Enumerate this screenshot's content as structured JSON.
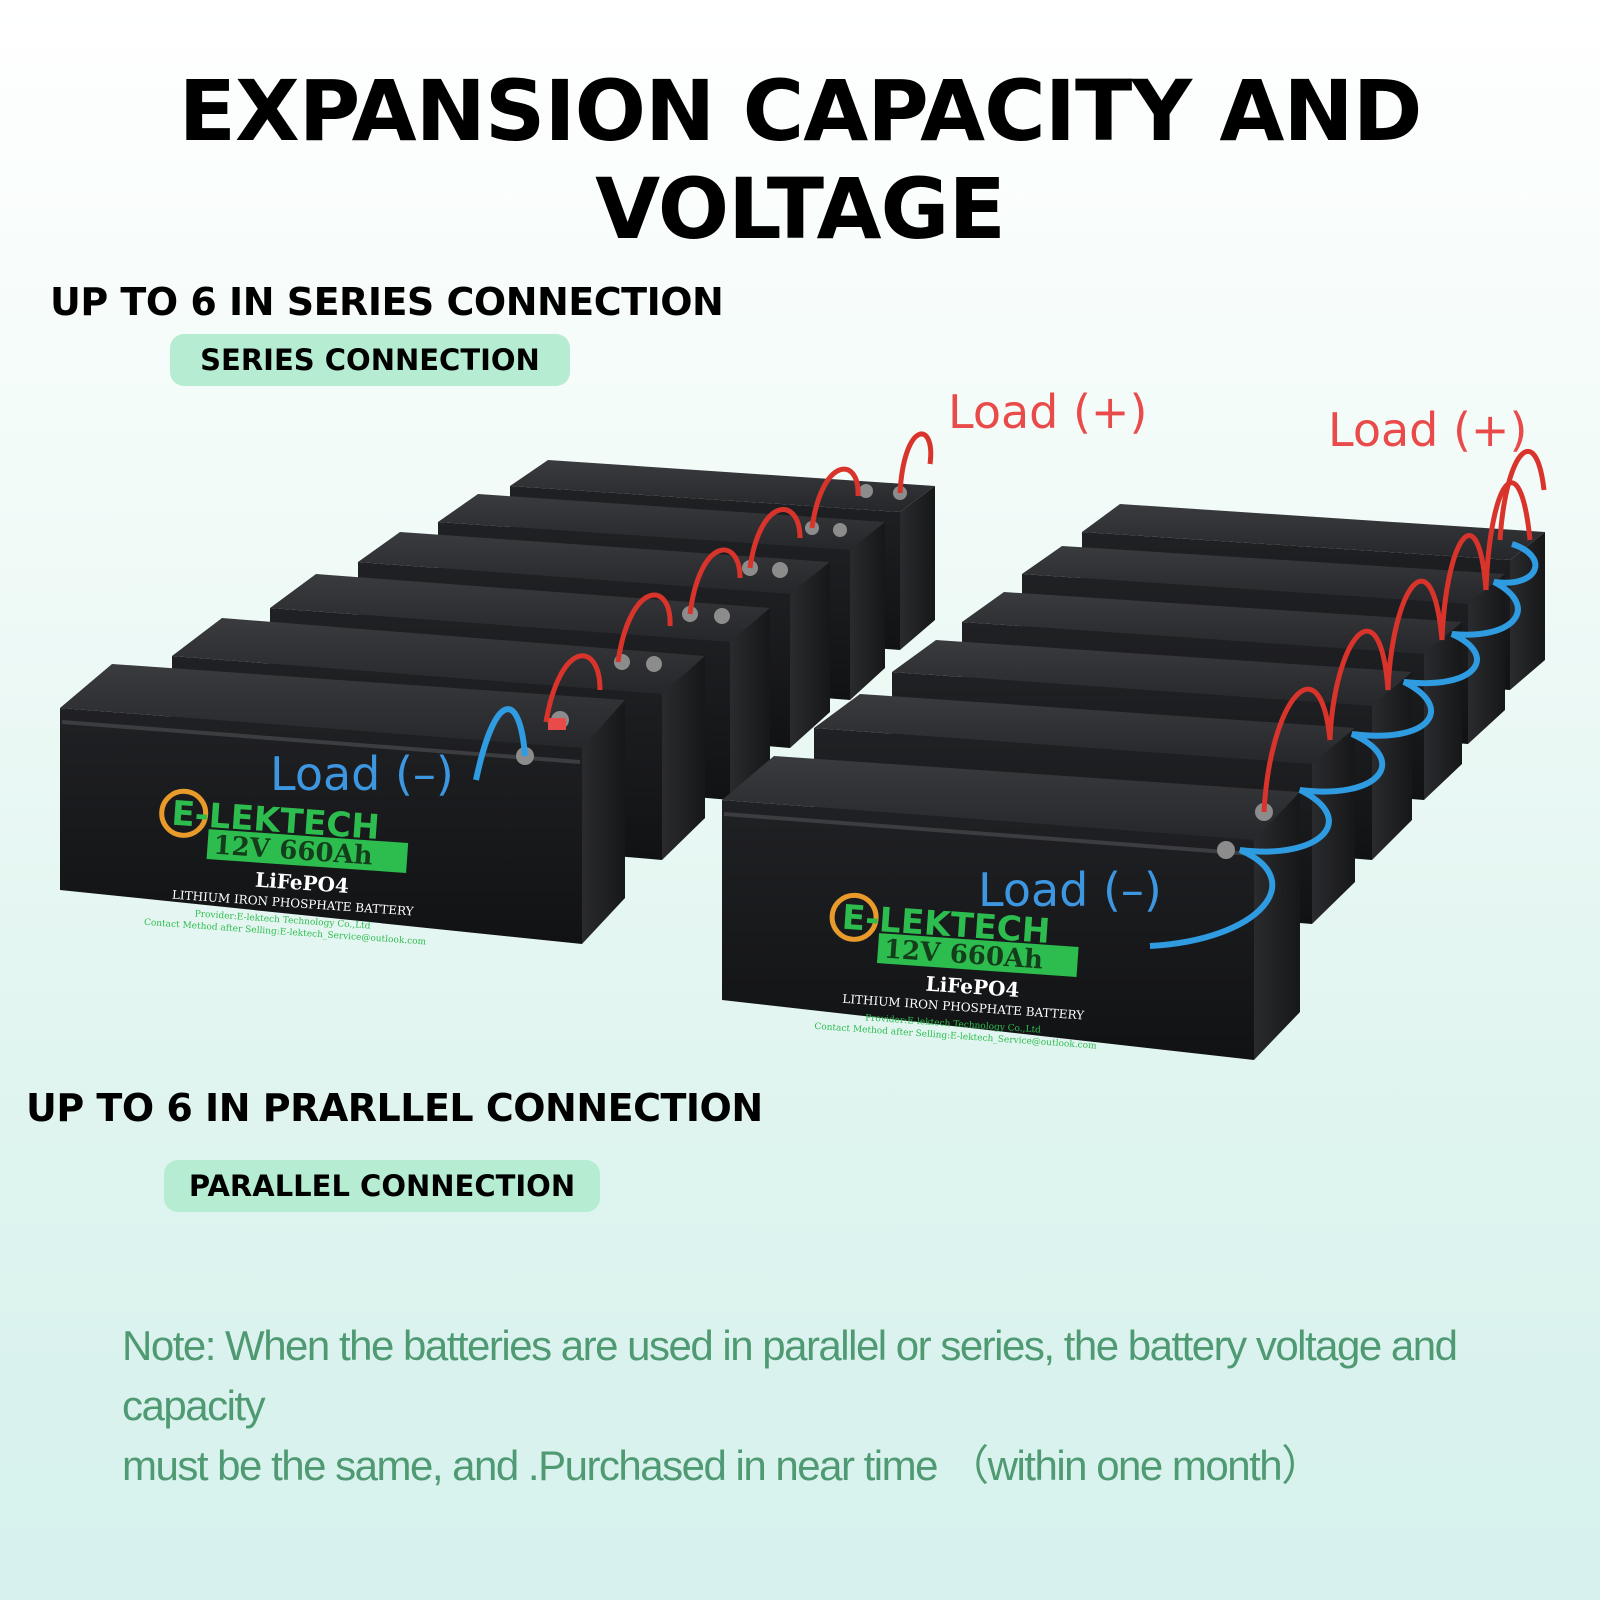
{
  "title": "EXPANSION CAPACITY AND VOLTAGE",
  "series": {
    "heading": "UP TO 6 IN SERIES CONNECTION",
    "pill": "SERIES CONNECTION",
    "load_positive": "Load (+)",
    "load_negative": "Load (–)"
  },
  "parallel": {
    "heading": "UP TO 6 IN PRARLLEL CONNECTION",
    "pill": "PARALLEL CONNECTION",
    "load_positive": "Load (+)",
    "load_negative": "Load (–)"
  },
  "battery": {
    "brand": "E-LEKTECH",
    "voltage": "12V",
    "capacity": "660Ah",
    "chemistry": "LiFePO4",
    "type": "LITHIUM IRON PHOSPHATE BATTERY",
    "provider": "Provider:E-lektech Technology Co.,Ltd",
    "contact": "Contact Method after Selling:E-lektech_Service@outlook.com"
  },
  "note": {
    "line1": "Note: When the batteries are used in parallel or series, the battery voltage and capacity",
    "line2": "must be the same, and .Purchased in near time （within one month）"
  },
  "colors": {
    "positive_cable": "#d9342b",
    "negative_cable": "#2f9be0",
    "brand_green": "#2dbd4e",
    "pill_bg": "#b6ecd1",
    "note_text": "#4f9a72",
    "battery_body": "#1c1d1f"
  }
}
